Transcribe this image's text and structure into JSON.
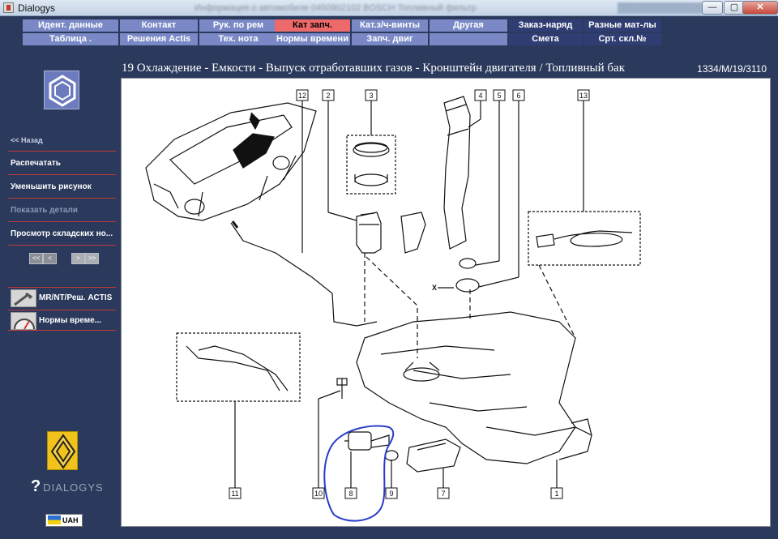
{
  "window": {
    "title": "Dialogys",
    "blurred_text": "Информация о автомобиле 0450902102 BOSCH Топливный фильтр",
    "controls": {
      "minimize": "—",
      "maximize": "▢",
      "close": "✕"
    }
  },
  "menu": {
    "row1": [
      "Идент. данные",
      "Контакт",
      "Рук. по рем",
      "Кат запч.",
      "Кат.з/ч-винты",
      "Другая",
      "Заказ-наряд",
      "Разные мат-лы"
    ],
    "row2": [
      "Таблица .",
      "Решения Actis",
      "Тех. нота",
      "Нормы времени",
      "Запч. двиг",
      "",
      "Смета",
      "Срт. скл.№"
    ],
    "active": "Кат запч."
  },
  "sidebar": {
    "back": "<< Назад",
    "print": "Распечатать",
    "shrink": "Уменьшить рисунок",
    "show_details": "Показать детали",
    "stock_view": "Просмотр складских но...",
    "pager": [
      "<<",
      "<",
      ">",
      ">>"
    ],
    "tool_mr": "MR/NT/Реш. ACTIS",
    "tool_time": "Нормы време...",
    "brand": "DIALOGYS",
    "currency": "UAH"
  },
  "header": {
    "title": "19 Охлаждение - Емкости - Выпуск отработавших газов - Кронштейн двигателя / Топливный бак",
    "ref": "1334/M/19/3110"
  },
  "diagram": {
    "part_labels": [
      "12",
      "2",
      "3",
      "4",
      "5",
      "6",
      "13",
      "11",
      "10",
      "8",
      "9",
      "7",
      "1"
    ],
    "dimension_label": "X"
  },
  "colors": {
    "background": "#2b3a5c",
    "menu_light": "#7a89c6",
    "menu_dark": "#2f3d73",
    "menu_active": "#ee6a6a",
    "divider": "#c03838",
    "annotation": "#2a3cc8"
  }
}
